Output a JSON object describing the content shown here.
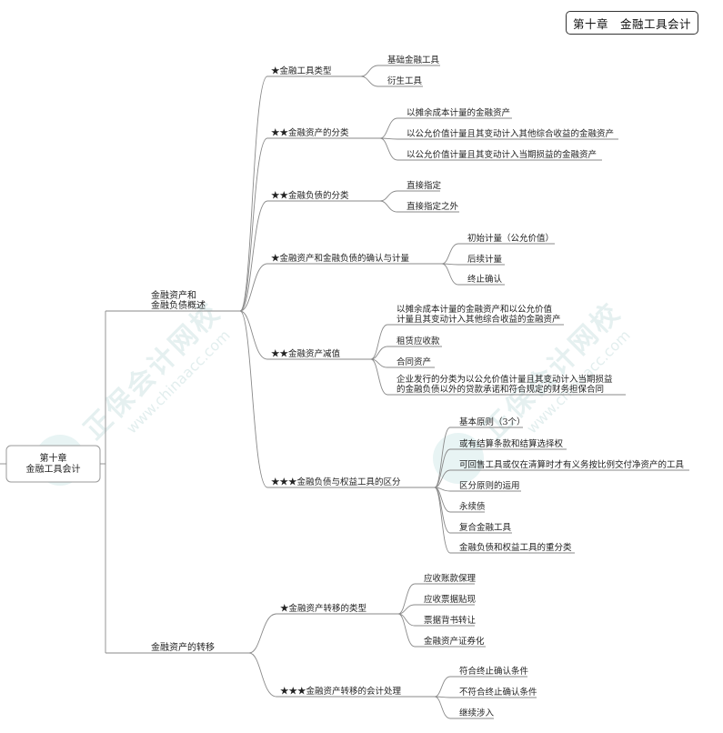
{
  "header": {
    "chapter_label": "第十章　金融工具会计"
  },
  "watermark": {
    "brand_cn": "正保会计网校",
    "brand_en": "www.chinaacc.com"
  },
  "mindmap": {
    "root": {
      "line1": "第十章",
      "line2": "金融工具会计"
    },
    "branches": [
      {
        "label_lines": [
          "金融资产和",
          "金融负债概述"
        ],
        "children": [
          {
            "label": "★金融工具类型",
            "children": [
              "基础金融工具",
              "衍生工具"
            ]
          },
          {
            "label": "★★金融资产的分类",
            "children": [
              "以摊余成本计量的金融资产",
              "以公允价值计量且其变动计入其他综合收益的金融资产",
              "以公允价值计量且其变动计入当期损益的金融资产"
            ]
          },
          {
            "label": "★★金融负债的分类",
            "children": [
              "直接指定",
              "直接指定之外"
            ]
          },
          {
            "label": "★金融资产和金融负债的确认与计量",
            "children": [
              "初始计量（公允价值）",
              "后续计量",
              "终止确认"
            ]
          },
          {
            "label": "★★金融资产减值",
            "children": [
              [
                "以摊余成本计量的金融资产和以公允价值",
                "计量且其变动计入其他综合收益的金融资产"
              ],
              "租赁应收款",
              "合同资产",
              [
                "企业发行的分类为以公允价值计量且其变动计入当期损益",
                "的金融负债以外的贷款承诺和符合规定的财务担保合同"
              ]
            ]
          },
          {
            "label": "★★★金融负债与权益工具的区分",
            "children": [
              "基本原则（3个）",
              "或有结算条款和结算选择权",
              "可回售工具或仅在清算时才有义务按比例交付净资产的工具",
              "区分原则的运用",
              "永续债",
              "复合金融工具",
              "金融负债和权益工具的重分类"
            ]
          }
        ]
      },
      {
        "label_lines": [
          "金融资产的转移"
        ],
        "children": [
          {
            "label": "★金融资产转移的类型",
            "children": [
              "应收账款保理",
              "应收票据贴现",
              "票据背书转让",
              "金融资产证券化"
            ]
          },
          {
            "label": "★★★金融资产转移的会计处理",
            "children": [
              "符合终止确认条件",
              "不符合终止确认条件",
              "继续涉入"
            ]
          }
        ]
      }
    ]
  }
}
